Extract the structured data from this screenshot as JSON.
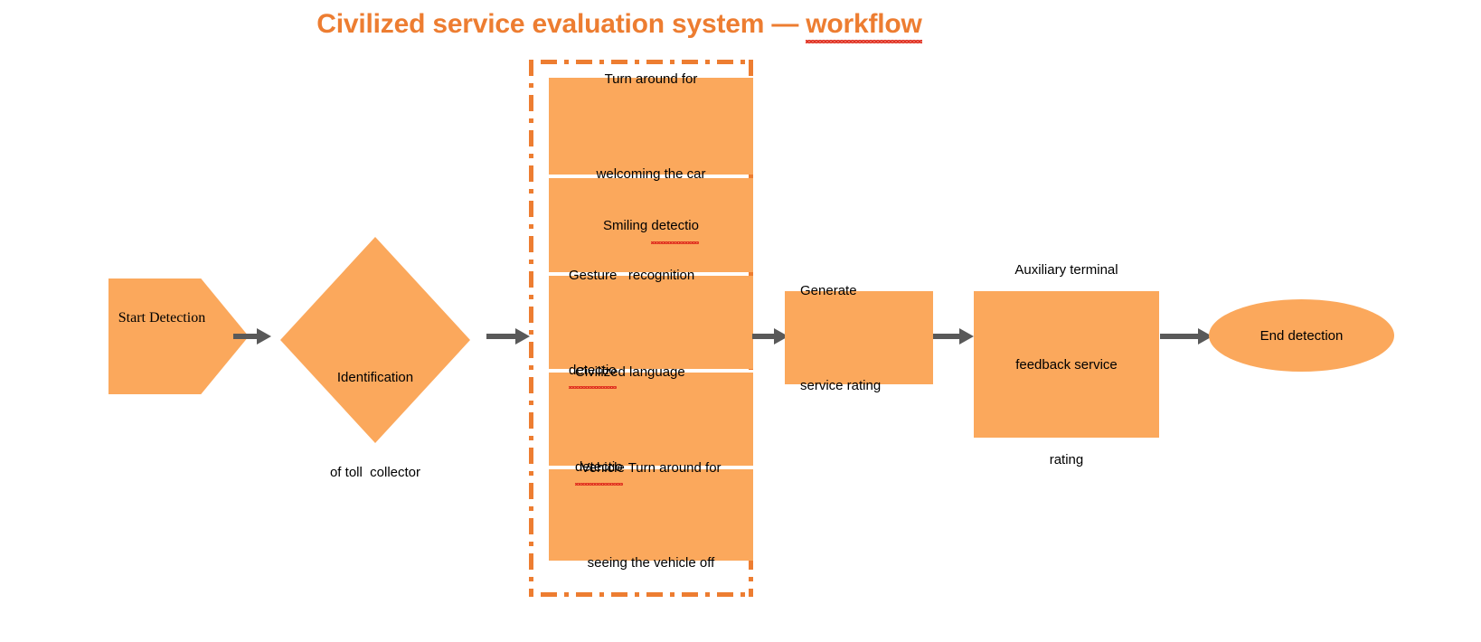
{
  "title": {
    "prefix": "Civilized service evaluation system — ",
    "misspelled_word": "workflow",
    "color": "#ED7D31"
  },
  "theme": {
    "node_fill": "#FBA85C",
    "accent": "#ED7D31",
    "arrow_color": "#595959",
    "spellcheck_underline": "#E03020",
    "text_color": "#000000",
    "background": "#FFFFFF"
  },
  "nodes": {
    "start": {
      "shape": "pentagon",
      "line1": "Start",
      "line2": "Detection"
    },
    "identification": {
      "shape": "diamond",
      "line1": "Identification",
      "line2": "of toll  collector"
    },
    "generate_rating": {
      "shape": "rectangle",
      "line1": "Generate",
      "line2": "service rating"
    },
    "auxiliary_terminal": {
      "shape": "rectangle",
      "line1": "Auxiliary terminal",
      "line2": "feedback service",
      "line3": "rating"
    },
    "end": {
      "shape": "ellipse",
      "label": "End detection"
    }
  },
  "detection_group": {
    "border_style": "dash-dot",
    "items": [
      {
        "id": "welcome-turn",
        "line1": "Turn around for",
        "line2": "welcoming the car",
        "misspelled": null
      },
      {
        "id": "smiling-detection",
        "line1_prefix": "Smiling ",
        "line1_misspelled": "detectio",
        "line2": null
      },
      {
        "id": "gesture-recognition",
        "line1": "Gesture   recognition",
        "line2_misspelled": "detectio"
      },
      {
        "id": "civilized-language",
        "line1": "Civilized language",
        "line2_misspelled": "detectio"
      },
      {
        "id": "vehicle-send-off",
        "line1": "Vehicle Turn around for",
        "line2": "seeing the vehicle off",
        "misspelled": null
      }
    ]
  },
  "arrows": [
    {
      "id": "start-to-identification"
    },
    {
      "id": "identification-to-detection-group"
    },
    {
      "id": "detection-group-to-generate"
    },
    {
      "id": "generate-to-auxiliary"
    },
    {
      "id": "auxiliary-to-end"
    }
  ]
}
